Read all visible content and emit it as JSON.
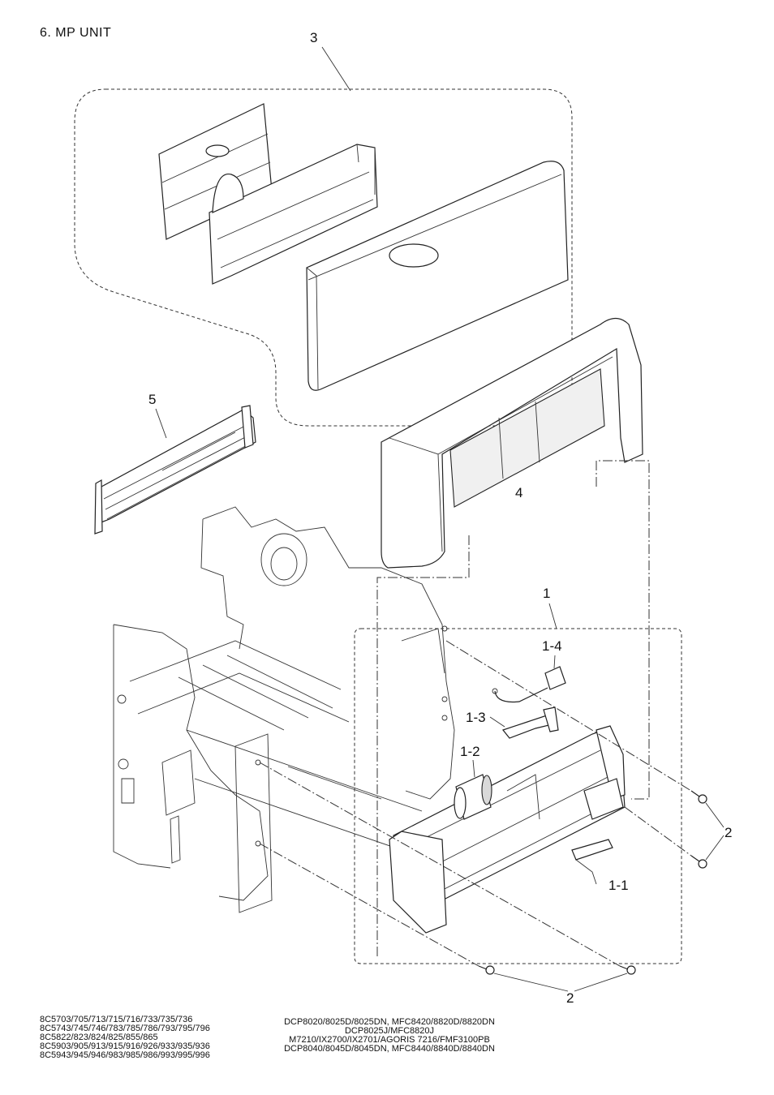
{
  "title": "6. MP UNIT",
  "callouts": {
    "c3": "3",
    "c5": "5",
    "c4": "4",
    "c1": "1",
    "c1_4": "1-4",
    "c1_3": "1-3",
    "c1_2": "1-2",
    "c1_1": "1-1",
    "c2_right": "2",
    "c2_bottom": "2"
  },
  "footer_left": [
    "8C5703/705/713/715/716/733/735/736",
    "8C5743/745/746/783/785/786/793/795/796",
    "8C5822/823/824/825/855/865",
    "8C5903/905/913/915/916/926/933/935/936",
    "8C5943/945/946/983/985/986/993/995/996"
  ],
  "footer_right": [
    "DCP8020/8025D/8025DN, MFC8420/8820D/8820DN",
    "DCP8025J/MFC8820J",
    "M7210/IX2700/IX2701/AGORIS 7216/FMF3100PB",
    "DCP8040/8045D/8045DN, MFC8440/8840D/8840DN"
  ]
}
